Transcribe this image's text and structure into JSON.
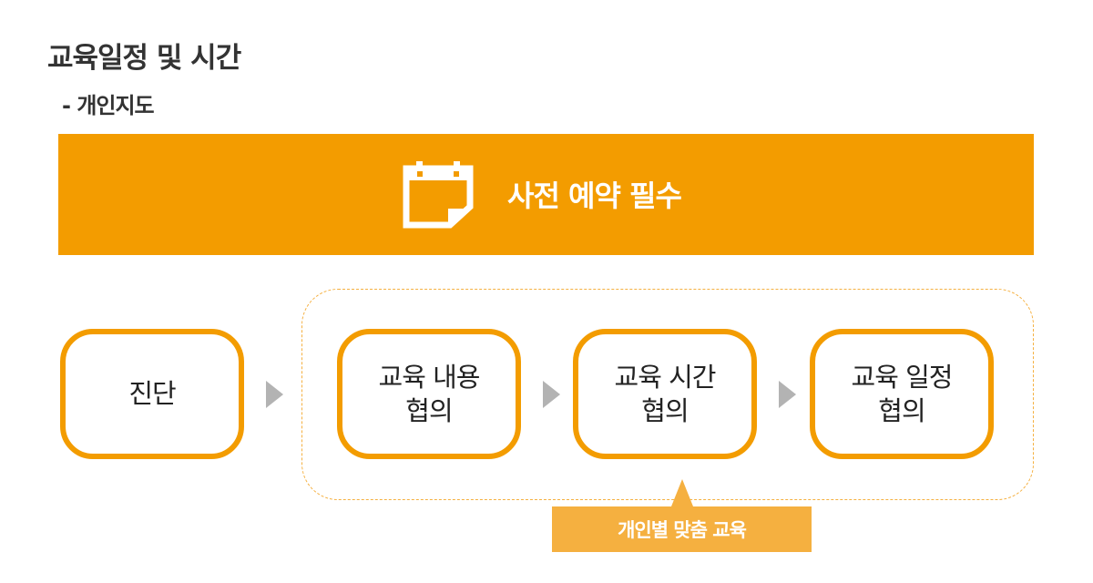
{
  "heading": {
    "title": "교육일정 및 시간",
    "subtitle": "- 개인지도"
  },
  "banner": {
    "icon": "calendar-note-icon",
    "text": "사전 예약 필수",
    "color": "#f39c00"
  },
  "steps": [
    {
      "label": "진단"
    },
    {
      "label": "교육 내용\n협의"
    },
    {
      "label": "교육 시간\n협의"
    },
    {
      "label": "교육  일정\n협의"
    }
  ],
  "arrow_icon": "triangle-right-icon",
  "callout": {
    "text": "개인별 맞춤 교육",
    "color": "#f5b040"
  },
  "colors": {
    "accent": "#f39c00",
    "accent_light": "#f5b040",
    "arrow": "#b3b3b3",
    "text": "#333333"
  }
}
